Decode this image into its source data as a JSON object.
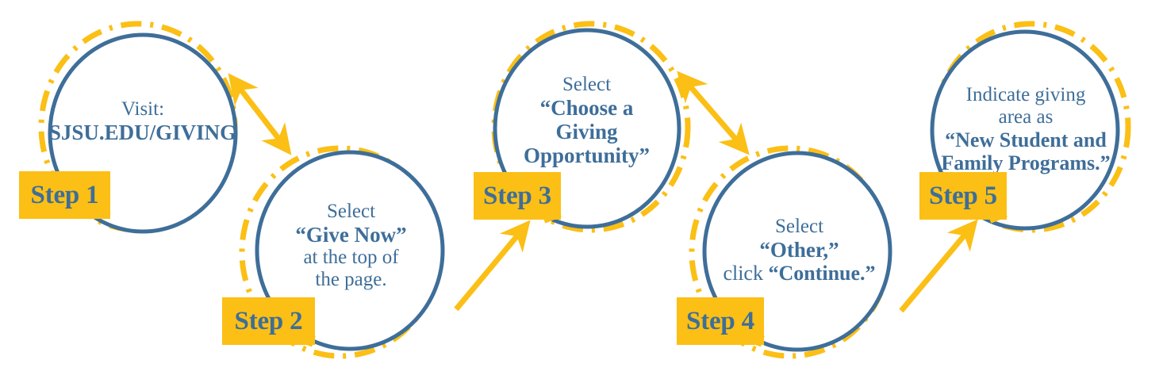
{
  "theme": {
    "blue": "#3E6E99",
    "yellow": "#FBBF15",
    "background": "#FFFFFF"
  },
  "diagram": {
    "type": "process-flow",
    "title": "",
    "step_count": 5,
    "orientation": "horizontal-zigzag"
  },
  "steps": [
    {
      "id": "step-1",
      "label": "Step 1",
      "position": "upper",
      "lines": [
        {
          "text": "Visit:",
          "weight": "regular",
          "size": 25
        },
        {
          "text": "SJSU.EDU/GIVING",
          "weight": "bold",
          "size": 26
        }
      ]
    },
    {
      "id": "step-2",
      "label": "Step 2",
      "position": "lower",
      "lines": [
        {
          "text": "Select",
          "weight": "regular",
          "size": 25
        },
        {
          "text": "“Give Now”",
          "weight": "bold",
          "size": 26
        },
        {
          "text": "at the top of",
          "weight": "regular",
          "size": 25
        },
        {
          "text": "the page.",
          "weight": "regular",
          "size": 25
        }
      ]
    },
    {
      "id": "step-3",
      "label": "Step 3",
      "position": "upper",
      "lines": [
        {
          "text": "Select",
          "weight": "regular",
          "size": 25
        },
        {
          "text": "“Choose a",
          "weight": "bold",
          "size": 26
        },
        {
          "text": "Giving",
          "weight": "bold",
          "size": 26
        },
        {
          "text": "Opportunity”",
          "weight": "bold",
          "size": 26
        }
      ]
    },
    {
      "id": "step-4",
      "label": "Step 4",
      "position": "lower",
      "lines": [
        {
          "text": "Select",
          "weight": "regular",
          "size": 25
        },
        {
          "text": "“Other,”",
          "weight": "bold",
          "size": 26
        },
        {
          "text": "click “Continue.”",
          "weight": "mixed",
          "size": 26
        }
      ]
    },
    {
      "id": "step-5",
      "label": "Step 5",
      "position": "upper",
      "lines": [
        {
          "text": "Indicate giving",
          "weight": "regular",
          "size": 25
        },
        {
          "text": "area as",
          "weight": "regular",
          "size": 25
        },
        {
          "text": "“New Student and",
          "weight": "bold",
          "size": 26
        },
        {
          "text": "Family Programs.”",
          "weight": "bold",
          "size": 26
        }
      ]
    }
  ],
  "connectors": [
    {
      "id": "arrow-1-2",
      "from": "step-1",
      "to": "step-2",
      "direction": "down-right",
      "heads": "double"
    },
    {
      "id": "arrow-2-3",
      "from": "step-2",
      "to": "step-3",
      "direction": "up-right",
      "heads": "single"
    },
    {
      "id": "arrow-3-4",
      "from": "step-3",
      "to": "step-4",
      "direction": "down-right",
      "heads": "double"
    },
    {
      "id": "arrow-4-5",
      "from": "step-4",
      "to": "step-5",
      "direction": "up-right",
      "heads": "single"
    }
  ],
  "step4_line3": {
    "prefix": "click ",
    "quoted": "“Continue.”"
  }
}
